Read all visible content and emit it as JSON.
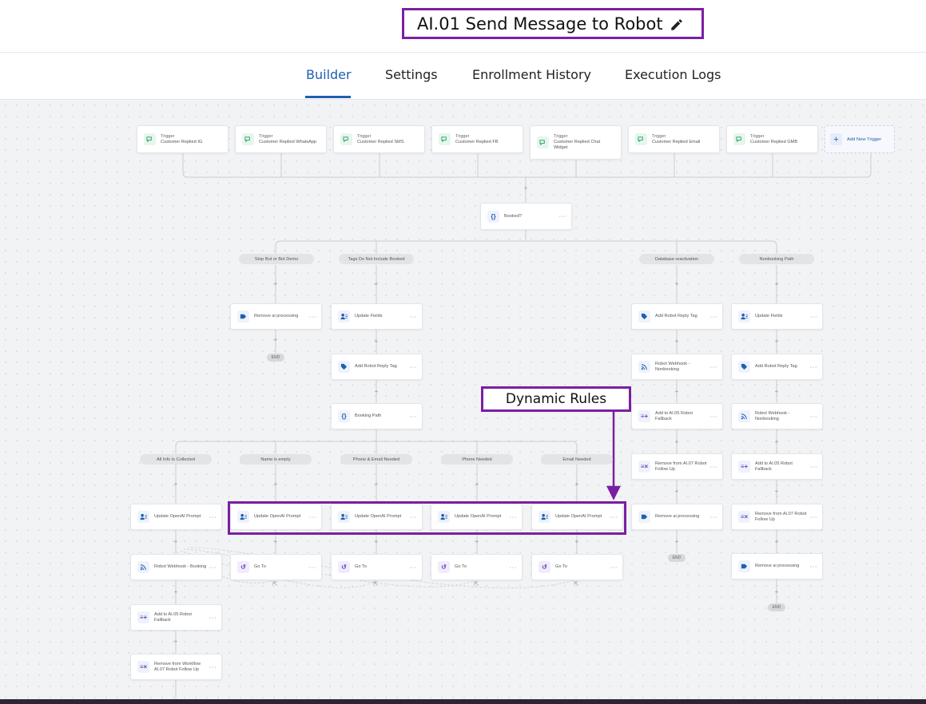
{
  "header": {
    "title": "AI.01 Send Message to Robot",
    "tabs": [
      {
        "label": "Builder",
        "active": true
      },
      {
        "label": "Settings",
        "active": false
      },
      {
        "label": "Enrollment History",
        "active": false
      },
      {
        "label": "Execution Logs",
        "active": false
      }
    ]
  },
  "colors": {
    "accent": "#1f5fb0",
    "annotation": "#7b1fa2",
    "canvas": "#f2f3f5"
  },
  "triggers": [
    {
      "type": "Trigger",
      "label": "Customer Replied IG"
    },
    {
      "type": "Trigger",
      "label": "Customer Replied WhatsApp"
    },
    {
      "type": "Trigger",
      "label": "Customer Replied SMS"
    },
    {
      "type": "Trigger",
      "label": "Customer Replied FB"
    },
    {
      "type": "Trigger",
      "label": "Customer Replied Chat Widget"
    },
    {
      "type": "Trigger",
      "label": "Customer Replied Email"
    },
    {
      "type": "Trigger",
      "label": "Customer Replied GMB"
    }
  ],
  "add_trigger": "Add New Trigger",
  "booked_node": "Booked?",
  "branches": {
    "b1": "Stop Bot or Bot Demo",
    "b2": "Tags Do Not Include Booked",
    "b3": "Database reactivation",
    "b4": "Nonbooking Path"
  },
  "branch1": {
    "n1": "Remove ai processing",
    "end": "END"
  },
  "branch2": {
    "n1": "Update Fields",
    "n2": "Add Robot Reply Tag",
    "n3": "Booking Path"
  },
  "branch3": {
    "n1": "Add Robot Reply Tag",
    "n2": "Robot Webhook - Nonbooking",
    "n3": "Add to AI.05 Robot Fallback",
    "n4": "Remove from AI.07 Robot Follow Up",
    "n5": "Remove ai processing",
    "end": "END"
  },
  "branch4": {
    "n1": "Update Fields",
    "n2": "Add Robot Reply Tag",
    "n3": "Robot Webhook - Nonbooking",
    "n4": "Add to AI.05 Robot Fallback",
    "n5": "Remove from AI.07 Robot Follow Up",
    "n6": "Remove ai processing",
    "end": "END"
  },
  "sub_branches": {
    "s1": "All Info Is Collected",
    "s2": "Name is empty",
    "s3": "Phone & Email Needed",
    "s4": "Phone Needed",
    "s5": "Email Needed"
  },
  "sub1": {
    "n1": "Update OpenAI Prompt",
    "n2": "Robot Webhook - Booking",
    "n3": "Add to AI.05 Robot Fallback",
    "n4": "Remove from Workflow AI.07 Robot Follow Up"
  },
  "sub_update": "Update OpenAI Prompt",
  "goto": "Go To",
  "annotation": "Dynamic Rules"
}
